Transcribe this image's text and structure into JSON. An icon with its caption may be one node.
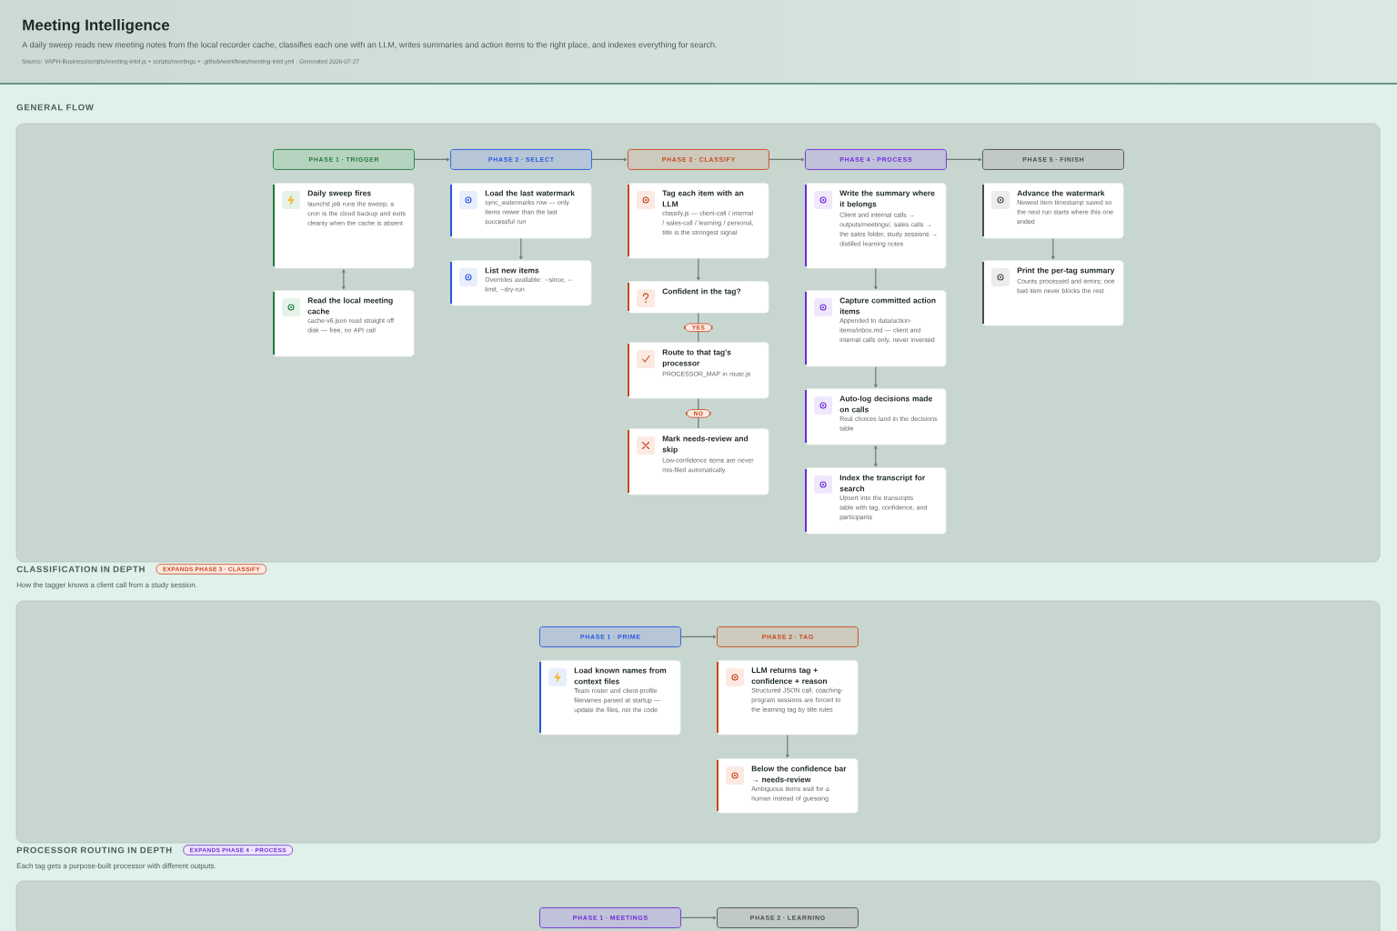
{
  "diagram": {
    "title": "Meeting Intelligence",
    "nodes": [
      {
        "text": [
          "PHASE 1 · TRIGGER"
        ]
      },
      {
        "text": [
          "PHASE 2 · SELECT"
        ]
      },
      {
        "text": [
          "PHASE 3 · CLASSIFY"
        ]
      },
      {
        "text": [
          "PHASE 4 · PROCESS"
        ]
      },
      {
        "text": [
          "PHASE 5 · FINISH"
        ]
      },
      {
        "text": [
          "Daily sweep fires",
          "launchd job runs the sweep; a cron is the cloud backup and exits cleanly when the cache is absent"
        ]
      },
      {
        "text": [
          "Read the local meeting cache",
          "cache-v6.json read straight off disk — free, no API call"
        ]
      },
      {
        "text": [
          "Load the last watermark",
          "sync_watermarks row — only items newer than the last successful run"
        ]
      },
      {
        "text": [
          "List new items",
          "Overrides available: --since, --limit, --dry-run"
        ]
      },
      {
        "text": [
          "Tag each item with an LLM",
          "classify.js — client-call / internal / sales-call / learning / personal, title is the strongest signal"
        ]
      },
      {
        "text": [
          "Confident in the tag?"
        ]
      },
      {
        "text": [
          "Route to that tag's processor",
          "PROCESSOR_MAP in route.js"
        ]
      },
      {
        "text": [
          "Mark needs-review and skip",
          "Low-confidence items are never mis-filed automatically"
        ]
      },
      {
        "text": [
          "Write the summary where it belongs",
          "Client and internal calls → outputs/meetings/, sales calls → the sales folder, study sessions → distilled learning notes"
        ]
      },
      {
        "text": [
          "Capture committed action items",
          "Appended to data/action-items/inbox.md — client and internal calls only, never invented"
        ]
      },
      {
        "text": [
          "Auto-log decisions made on calls",
          "Real choices land in the decisions table"
        ]
      },
      {
        "text": [
          "Index the transcript for search",
          "Upsert into the transcripts table with tag, confidence, and participants"
        ]
      },
      {
        "text": [
          "Advance the watermark",
          "Newest item timestamp saved so the next run starts where this one ended"
        ]
      },
      {
        "text": [
          "Print the per-tag summary",
          "Counts processed and errors; one bad item never blocks the rest"
        ]
      },
      {
        "text": [
          "PHASE 1 · PRIME"
        ]
      },
      {
        "text": [
          "PHASE 2 · TAG"
        ]
      },
      {
        "text": [
          "Load known names from context files",
          "Team roster and client-profile filenames parsed at startup — update the files, not the code"
        ]
      },
      {
        "text": [
          "LLM returns tag + confidence + reason",
          "Structured JSON call; coaching-program sessions are forced to the learning tag by title rules"
        ]
      },
      {
        "text": [
          "Below the confidence bar → needs-review",
          "Ambiguous items wait for a human instead of guessing"
        ]
      },
      {
        "text": [
          "PHASE 1 · MEETINGS"
        ]
      },
      {
        "text": [
          "PHASE 2 · LEARNING"
        ]
      }
    ],
    "edges": [
      {
        "from": 0,
        "to": 1,
        "arrow": "to"
      },
      {
        "from": 1,
        "to": 2,
        "arrow": "to"
      },
      {
        "from": 2,
        "to": 3,
        "arrow": "to"
      },
      {
        "from": 3,
        "to": 4,
        "arrow": "to"
      },
      {
        "from": 5,
        "to": 6,
        "arrow": "both"
      },
      {
        "from": 7,
        "to": 8,
        "arrow": "to"
      },
      {
        "from": 9,
        "to": 10,
        "arrow": "to"
      },
      {
        "from": 10,
        "to": 11,
        "arrow": "none",
        "label": "YES"
      },
      {
        "from": 11,
        "to": 12,
        "arrow": "none",
        "label": "NO"
      },
      {
        "from": 13,
        "to": 14,
        "arrow": "to"
      },
      {
        "from": 14,
        "to": 15,
        "arrow": "to"
      },
      {
        "from": 15,
        "to": 16,
        "arrow": "both"
      },
      {
        "from": 17,
        "to": 18,
        "arrow": "to"
      },
      {
        "from": 19,
        "to": 20,
        "arrow": "to"
      },
      {
        "from": 22,
        "to": 23,
        "arrow": "to"
      },
      {
        "from": 24,
        "to": 25,
        "arrow": "to"
      }
    ],
    "labels": [
      "A daily sweep reads new meeting notes from the local recorder cache, classifies each one with an LLM, writes summaries and action items to the right place, and indexes everything for search.",
      "Source: VAPH-Business/scripts/meeting-intel.js + scripts/meetings + .github/workflows/meeting-intel.yml · Generated 2026-07-27",
      "GENERAL FLOW",
      "CLASSIFICATION IN DEPTH",
      "EXPANDS PHASE 3 · CLASSIFY",
      "How the tagger knows a client call from a study session.",
      "PROCESSOR ROUTING IN DEPTH",
      "EXPANDS PHASE 4 · PROCESS",
      "Each tag gets a purpose-built processor with different outputs."
    ]
  }
}
